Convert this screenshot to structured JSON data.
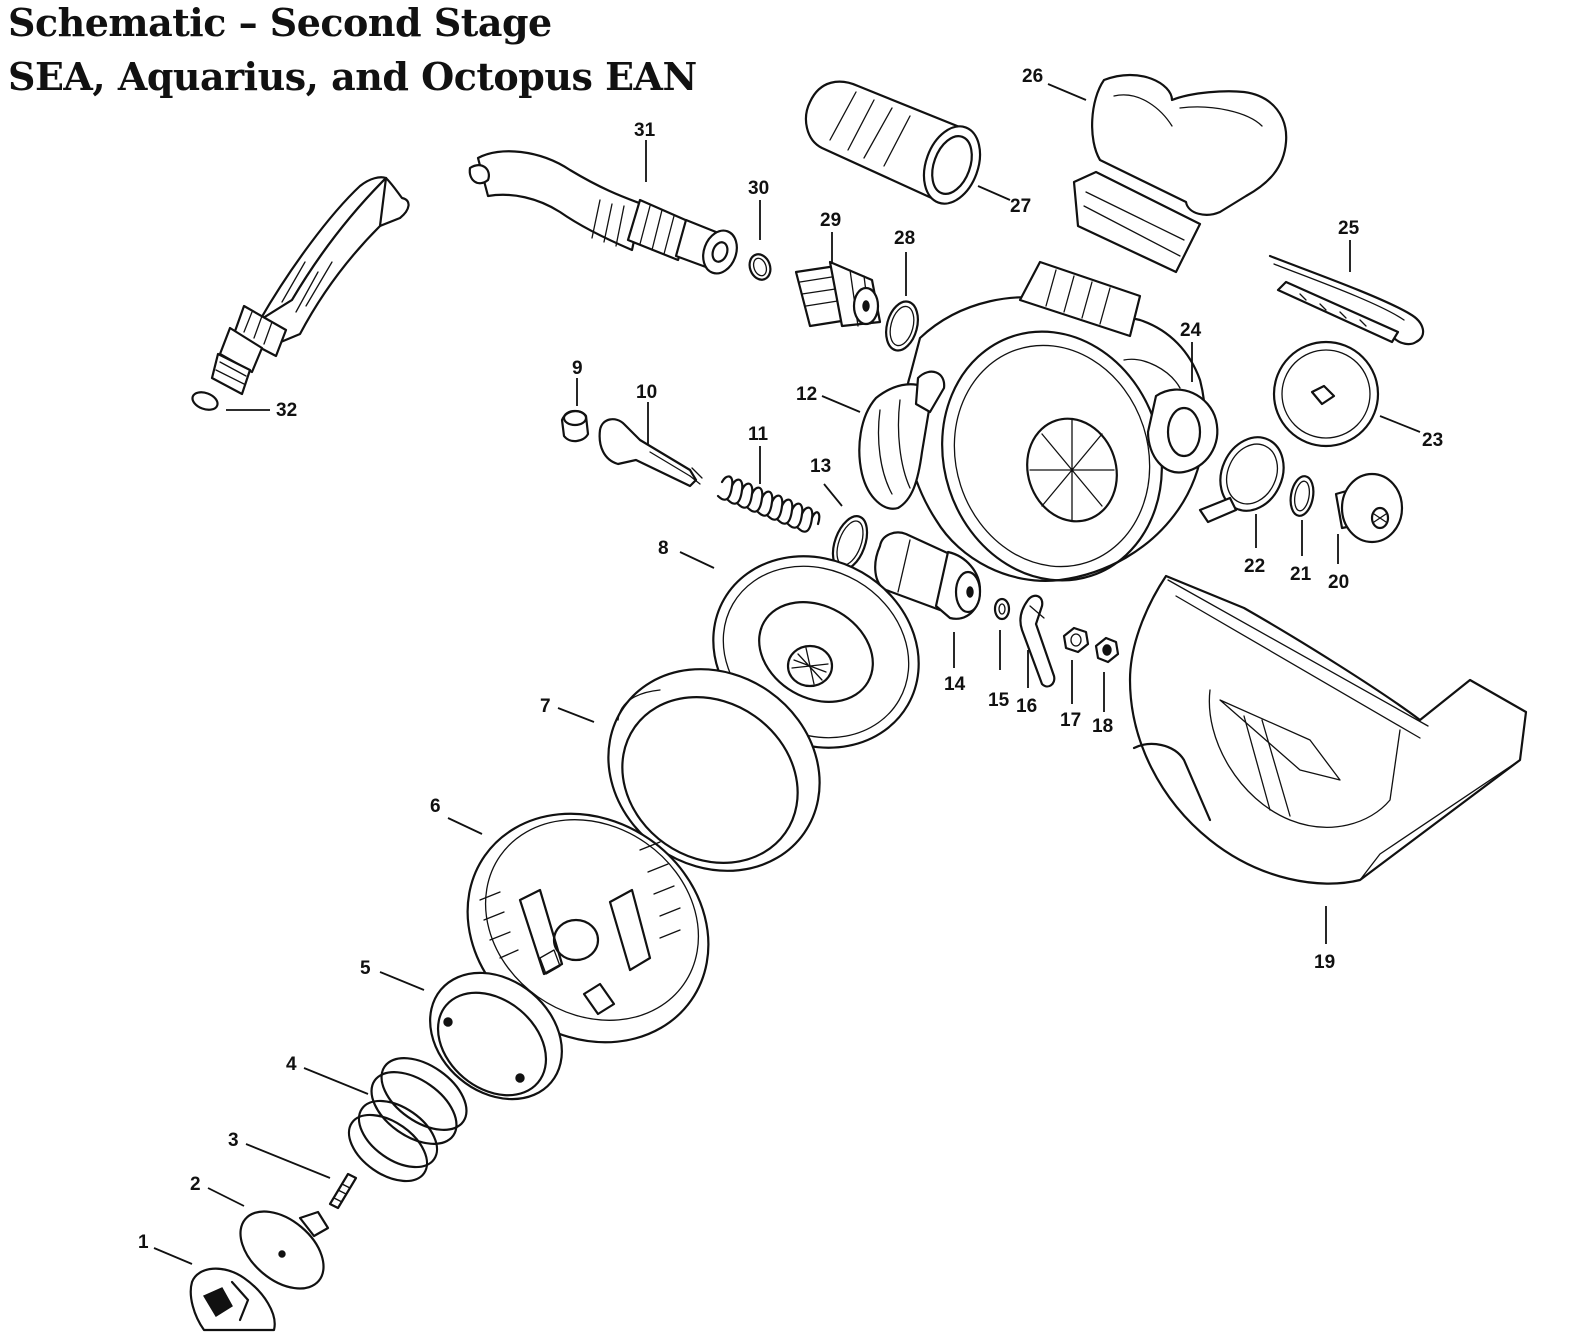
{
  "title": {
    "line1": "Schematic – Second Stage",
    "line2": "SEA, Aquarius, and Octopus EAN"
  },
  "callouts": {
    "c1": "1",
    "c2": "2",
    "c3": "3",
    "c4": "4",
    "c5": "5",
    "c6": "6",
    "c7": "7",
    "c8": "8",
    "c9": "9",
    "c10": "10",
    "c11": "11",
    "c12": "12",
    "c13": "13",
    "c14": "14",
    "c15": "15",
    "c16": "16",
    "c17": "17",
    "c18": "18",
    "c19": "19",
    "c20": "20",
    "c21": "21",
    "c22": "22",
    "c23": "23",
    "c24": "24",
    "c25": "25",
    "c26": "26",
    "c27": "27",
    "c28": "28",
    "c29": "29",
    "c30": "30",
    "c31": "31",
    "c32": "32"
  },
  "colors": {
    "ink": "#111111",
    "background": "#ffffff"
  }
}
